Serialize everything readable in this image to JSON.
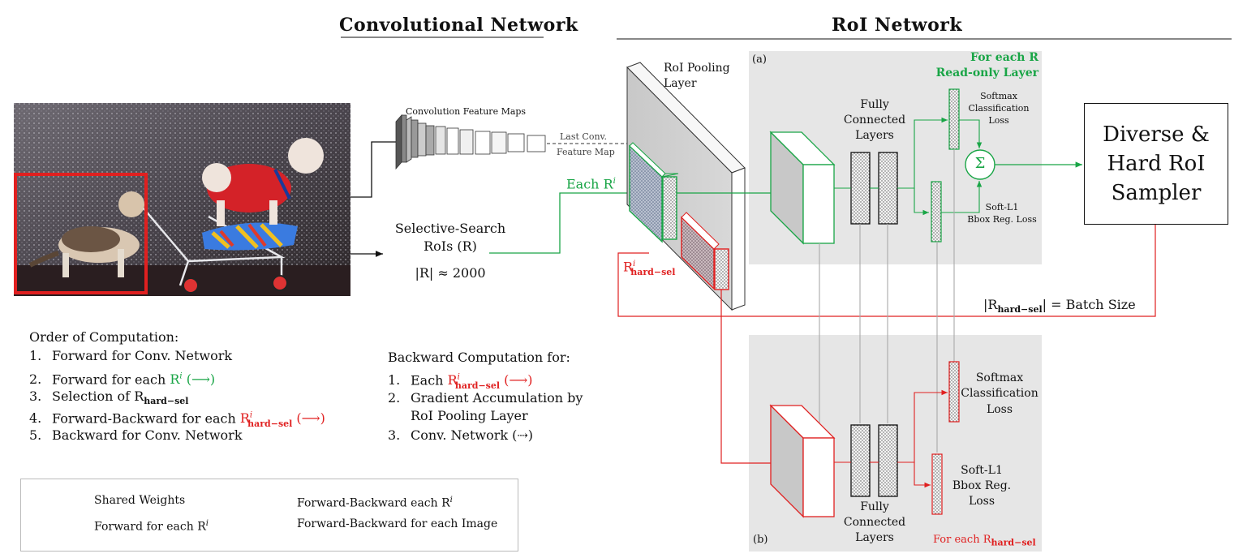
{
  "titles": {
    "conv": "Convolutional Network",
    "roi": "RoI Network"
  },
  "conv": {
    "feature_maps_label": "Convolution Feature Maps",
    "last_conv_1": "Last Conv.",
    "last_conv_2": "Feature Map",
    "ss_line1": "Selective-Search",
    "ss_line2": "RoIs (R)",
    "ss_line3": "|R| ≈ 2000"
  },
  "roi": {
    "pool_label_1": "RoI Pooling",
    "pool_label_2": "Layer",
    "each_r": "Each R",
    "each_r_sup": "i",
    "r_hard": "R",
    "r_hard_sup": "i",
    "r_hard_sub": "hard−sel",
    "panel_a": "(a)",
    "panel_b": "(b)",
    "for_each_r": "For each R",
    "read_only": "Read-only Layer",
    "fc_top_1": "Fully",
    "fc_top_2": "Connected",
    "fc_top_3": "Layers",
    "softmax_top_1": "Softmax",
    "softmax_top_2": "Classification",
    "softmax_top_3": "Loss",
    "softl1_top_1": "Soft-L1",
    "softl1_top_2": "Bbox Reg. Loss",
    "sigma": "Σ",
    "sampler_1": "Diverse &",
    "sampler_2": "Hard RoI",
    "sampler_3": "Sampler",
    "batch_pre": "|R",
    "batch_sub": "hard−sel",
    "batch_post": "| = Batch Size",
    "softmax_bot_1": "Softmax",
    "softmax_bot_2": "Classification",
    "softmax_bot_3": "Loss",
    "softl1_bot_1": "Soft-L1",
    "softl1_bot_2": "Bbox Reg.",
    "softl1_bot_3": "Loss",
    "fc_bot_1": "Fully",
    "fc_bot_2": "Connected",
    "fc_bot_3": "Layers",
    "for_each_hard_pre": "For each R",
    "for_each_hard_sub": "hard−sel"
  },
  "order": {
    "heading": "Order of Computation:",
    "items": [
      {
        "num": "1.",
        "text": "Forward for Conv. Network"
      },
      {
        "num": "2.",
        "text": "Forward for each "
      },
      {
        "num": "3.",
        "text": "Selection of R"
      },
      {
        "num": "4.",
        "text": "Forward-Backward for each "
      },
      {
        "num": "5.",
        "text": "Backward for Conv. Network"
      }
    ],
    "item2_r": "R",
    "item2_sup": "i",
    "item2_arrow": "(⟶)",
    "item3_sub": "hard−sel",
    "item4_r": "R",
    "item4_sup": "i",
    "item4_sub": "hard−sel",
    "item4_arrow": "(⟶)"
  },
  "backward": {
    "heading": "Backward Computation for:",
    "item1_num": "1.",
    "item1_text": "Each ",
    "item1_r": "R",
    "item1_sup": "i",
    "item1_sub": "hard−sel",
    "item1_arrow": "(⟶)",
    "item2_num": "2.",
    "item2_text_1": "Gradient Accumulation by",
    "item2_text_2": "RoI Pooling Layer",
    "item3_num": "3.",
    "item3_text": "Conv. Network (⇢)"
  },
  "legend": {
    "shared": "Shared Weights",
    "fwd_each": "Forward for each R",
    "fwd_each_sup": "i",
    "fb_each": "Forward-Backward each R",
    "fb_each_sup": "i",
    "fb_image": "Forward-Backward for each Image"
  },
  "colors": {
    "green": "#19a546",
    "red": "#e02020",
    "gray_line": "#aaaaaa",
    "panel": "#e6e6e6"
  }
}
